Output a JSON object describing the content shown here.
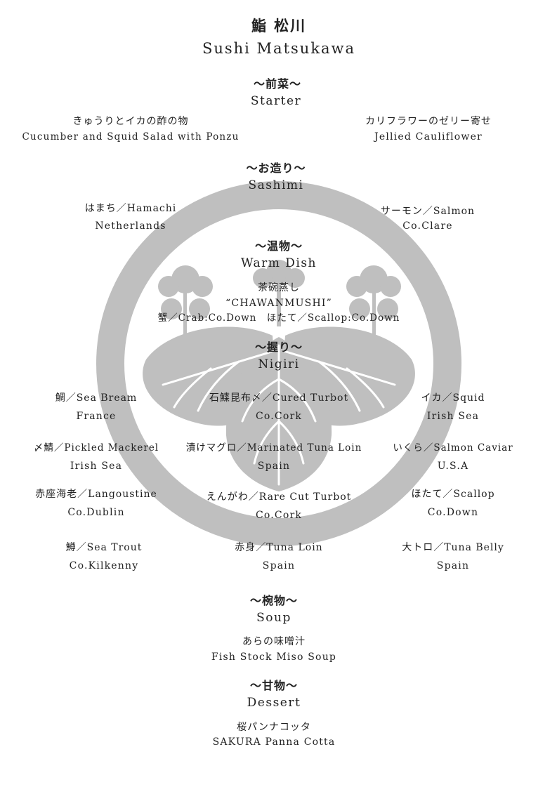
{
  "header": {
    "title_jp": "鮨 松川",
    "title_en": "Sushi Matsukawa"
  },
  "sections": {
    "starter": {
      "heading_jp": "〜前菜〜",
      "heading_en": "Starter",
      "items": [
        {
          "name": "きゅうりとイカの酢の物",
          "desc": "Cucumber and Squid Salad with Ponzu"
        },
        {
          "name": "カリフラワーのゼリー寄せ",
          "desc": "Jellied Cauliflower"
        }
      ]
    },
    "sashimi": {
      "heading_jp": "〜お造り〜",
      "heading_en": "Sashimi",
      "items": [
        {
          "name": "はまち／Hamachi",
          "origin": "Netherlands"
        },
        {
          "name": "サーモン／Salmon",
          "origin": "Co.Clare"
        }
      ]
    },
    "warm": {
      "heading_jp": "〜温物〜",
      "heading_en": "Warm Dish",
      "dish_jp": "茶碗蒸し",
      "dish_en": "“CHAWANMUSHI”",
      "detail": "蟹／Crab:Co.Down　ほたて／Scallop:Co.Down"
    },
    "nigiri": {
      "heading_jp": "〜握り〜",
      "heading_en": "Nigiri",
      "items": [
        {
          "name": "鯛／Sea Bream",
          "origin": "France"
        },
        {
          "name": "石鰈昆布〆／Cured Turbot",
          "origin": "Co.Cork"
        },
        {
          "name": "イカ／Squid",
          "origin": "Irish Sea"
        },
        {
          "name": "〆鯖／Pickled Mackerel",
          "origin": "Irish Sea"
        },
        {
          "name": "漬けマグロ／Marinated Tuna Loin",
          "origin": "Spain"
        },
        {
          "name": "いくら／Salmon Caviar",
          "origin": "U.S.A"
        },
        {
          "name": "赤座海老／Langoustine",
          "origin": "Co.Dublin"
        },
        {
          "name": "えんがわ／Rare Cut Turbot",
          "origin": "Co.Cork"
        },
        {
          "name": "ほたて／Scallop",
          "origin": "Co.Down"
        },
        {
          "name": "鱒／Sea Trout",
          "origin": "Co.Kilkenny"
        },
        {
          "name": "赤身／Tuna Loin",
          "origin": "Spain"
        },
        {
          "name": "大トロ／Tuna Belly",
          "origin": "Spain"
        }
      ]
    },
    "soup": {
      "heading_jp": "〜椀物〜",
      "heading_en": "Soup",
      "dish_jp": "あらの味噌汁",
      "dish_en": "Fish Stock Miso Soup"
    },
    "dessert": {
      "heading_jp": "〜甘物〜",
      "heading_en": "Dessert",
      "dish_jp": "桜パンナコッタ",
      "dish_en": "SAKURA Panna Cotta"
    }
  },
  "colors": {
    "text": "#222222",
    "crest": "#bfbfbf",
    "background": "#ffffff"
  }
}
